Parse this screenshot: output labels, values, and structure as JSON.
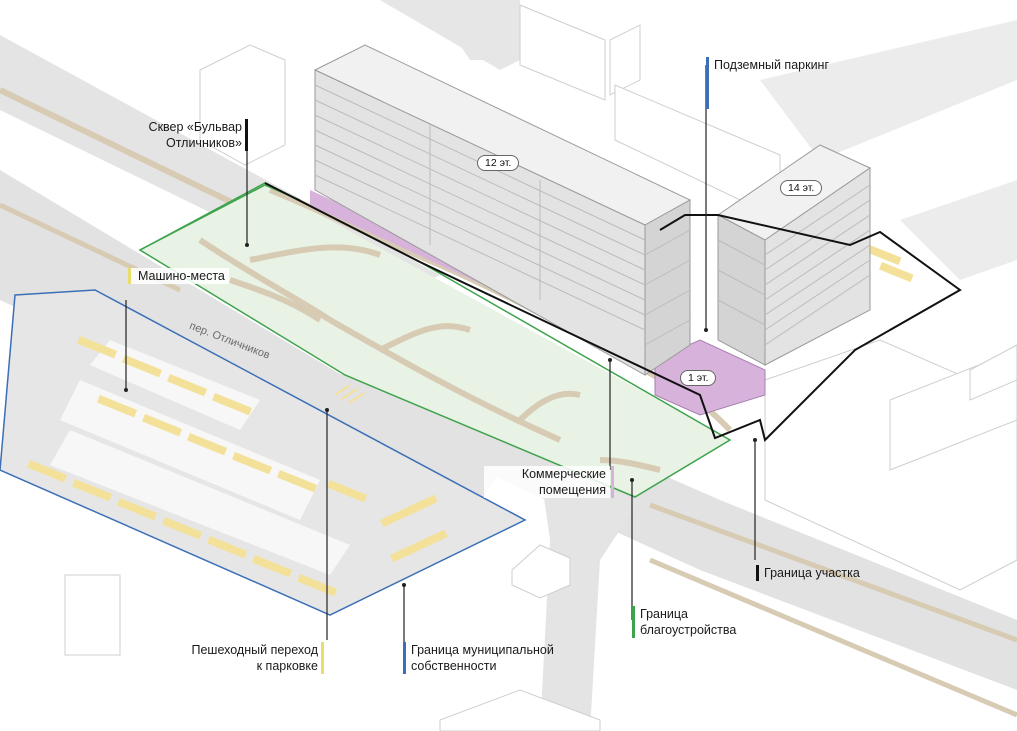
{
  "labels": {
    "square": [
      "Сквер «Бульвар",
      "Отличников»"
    ],
    "parking_spots": "Машино-места",
    "underground_parking": "Подземный паркинг",
    "commercial": [
      "Коммерческие",
      "помещения"
    ],
    "plot_border": "Граница участка",
    "landscape_border": [
      "Граница",
      "благоустройства"
    ],
    "pedestrian_crossing": [
      "Пешеходный переход",
      "к парковке"
    ],
    "municipal_border": [
      "Граница муниципальной",
      "собственности"
    ]
  },
  "street_name": "пер. Отличников",
  "floors": {
    "main_building": "12 эт.",
    "tower": "14 эт.",
    "podium": "1 эт."
  },
  "colors": {
    "road": "#e3e3e3",
    "path": "#d8cbb4",
    "green_zone": "#e8f3e6",
    "commercial": "#d7b3dc",
    "parking_spot": "#f3e19a",
    "plot_border": "#111111",
    "landscape_border": "#3fa34d",
    "municipal_border": "#3b6fb6",
    "underground_marker": "#3b6fb6",
    "crossing_marker": "#e8dc6a"
  }
}
